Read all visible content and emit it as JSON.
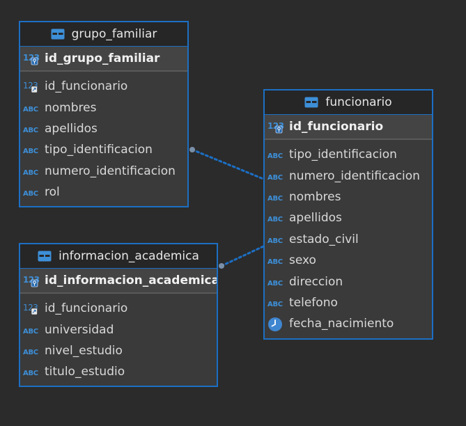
{
  "colors": {
    "background": "#2b2b2b",
    "entity_border": "#1c6fc4",
    "header_bg": "#262626",
    "body_bg": "#3a3a3a",
    "pk_bg": "#444444",
    "type_icon": "#3d8fd8",
    "connector": "#1c6fc4"
  },
  "entities": {
    "grupo_familiar": {
      "title": "grupo_familiar",
      "pk": "id_grupo_familiar",
      "pk_type_icon": "numeric-key-icon",
      "columns": [
        {
          "name": "id_funcionario",
          "type_icon": "numeric-fk-icon"
        },
        {
          "name": "nombres",
          "type_icon": "text-icon"
        },
        {
          "name": "apellidos",
          "type_icon": "text-icon"
        },
        {
          "name": "tipo_identificacion",
          "type_icon": "text-icon"
        },
        {
          "name": "numero_identificacion",
          "type_icon": "text-icon"
        },
        {
          "name": "rol",
          "type_icon": "text-icon"
        }
      ]
    },
    "informacion_academica": {
      "title": "informacion_academica",
      "pk": "id_informacion_academica",
      "pk_type_icon": "numeric-key-icon",
      "columns": [
        {
          "name": "id_funcionario",
          "type_icon": "numeric-fk-icon"
        },
        {
          "name": "universidad",
          "type_icon": "text-icon"
        },
        {
          "name": "nivel_estudio",
          "type_icon": "text-icon"
        },
        {
          "name": "titulo_estudio",
          "type_icon": "text-icon"
        }
      ]
    },
    "funcionario": {
      "title": "funcionario",
      "pk": "id_funcionario",
      "pk_type_icon": "numeric-key-icon",
      "columns": [
        {
          "name": "tipo_identificacion",
          "type_icon": "text-icon"
        },
        {
          "name": "numero_identificacion",
          "type_icon": "text-icon"
        },
        {
          "name": "nombres",
          "type_icon": "text-icon"
        },
        {
          "name": "apellidos",
          "type_icon": "text-icon"
        },
        {
          "name": "estado_civil",
          "type_icon": "text-icon"
        },
        {
          "name": "sexo",
          "type_icon": "text-icon"
        },
        {
          "name": "direccion",
          "type_icon": "text-icon"
        },
        {
          "name": "telefono",
          "type_icon": "text-icon"
        },
        {
          "name": "fecha_nacimiento",
          "type_icon": "date-icon"
        }
      ]
    }
  },
  "type_labels": {
    "text": "ABC",
    "numeric": "123"
  },
  "relationships": [
    {
      "from": "grupo_familiar",
      "to": "funcionario",
      "style": "dotted"
    },
    {
      "from": "informacion_academica",
      "to": "funcionario",
      "style": "dotted"
    }
  ]
}
